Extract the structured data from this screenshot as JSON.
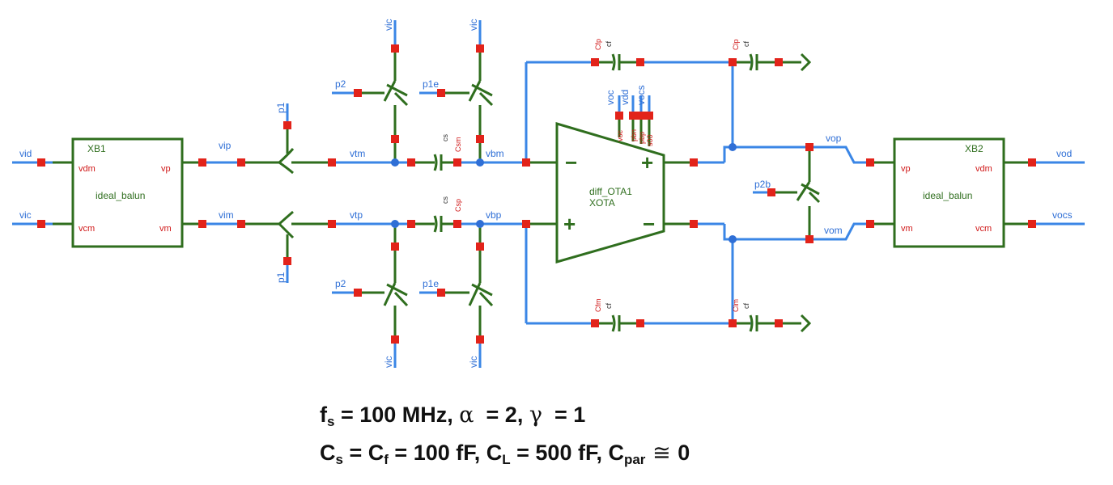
{
  "nets": {
    "vid": "vid",
    "vic_in": "vic",
    "vip": "vip",
    "vim": "vim",
    "vtm": "vtm",
    "vtp": "vtp",
    "vbm": "vbm",
    "vbp": "vbp",
    "vop": "vop",
    "vom": "vom",
    "vod": "vod",
    "vocs": "vocs",
    "vic_sw1": "vic",
    "vic_sw2": "vic",
    "vic_sw3": "vic",
    "vic_sw4": "vic",
    "voc": "voc",
    "vdd": "vdd",
    "vocs_ota": "vocs"
  },
  "phases": {
    "p1_top": "p1",
    "p1_bot": "p1",
    "p2_top": "p2",
    "p1e_top": "p1e",
    "p2_bot": "p2",
    "p1e_bot": "p1e",
    "p2b": "p2b"
  },
  "balun1": {
    "name": "XB1",
    "type": "ideal_balun",
    "pin_vdm": "vdm",
    "pin_vcm": "vcm",
    "pin_vp": "vp",
    "pin_vm": "vm"
  },
  "balun2": {
    "name": "XB2",
    "type": "ideal_balun",
    "pin_vdm": "vdm",
    "pin_vcm": "vcm",
    "pin_vp": "vp",
    "pin_vm": "vm"
  },
  "ota": {
    "model": "diff_OTA1",
    "name": "XOTA",
    "pins": [
      "voc",
      "pbn",
      "pbp",
      "vdd",
      "vocs",
      "s00"
    ],
    "signs": {
      "in_top": "−",
      "in_bot": "+",
      "out_top": "+",
      "out_bot": "−"
    }
  },
  "caps": {
    "csm": {
      "name": "Csm",
      "value": "cs"
    },
    "csp": {
      "name": "Csp",
      "value": "cs"
    },
    "cfp_a": {
      "name": "Cfp",
      "value": "cf"
    },
    "cfp_b": {
      "name": "Clp",
      "value": "cf"
    },
    "cfm_a": {
      "name": "Cfm",
      "value": "cf"
    },
    "cfm_b": {
      "name": "Clm",
      "value": "cf"
    }
  },
  "equations": {
    "line1": {
      "fs_main": "f",
      "fs_sub": "s",
      "fs_rest": " = 100 MHz, ",
      "alpha": "α",
      "alpha_rest": "  = 2, ",
      "gamma": "γ",
      "gamma_rest": "  = 1"
    },
    "line2": {
      "cs_main": "C",
      "cs_sub": "s",
      "eq1": " = ",
      "cf_main": "C",
      "cf_sub": "f",
      "cf_rest": " = 100 fF, ",
      "cl_main": "C",
      "cl_sub": "L",
      "cl_rest": " = 500 fF, ",
      "cpar_main": "C",
      "cpar_sub": "par",
      "approx": " ≅ ",
      "zero": "0"
    }
  }
}
